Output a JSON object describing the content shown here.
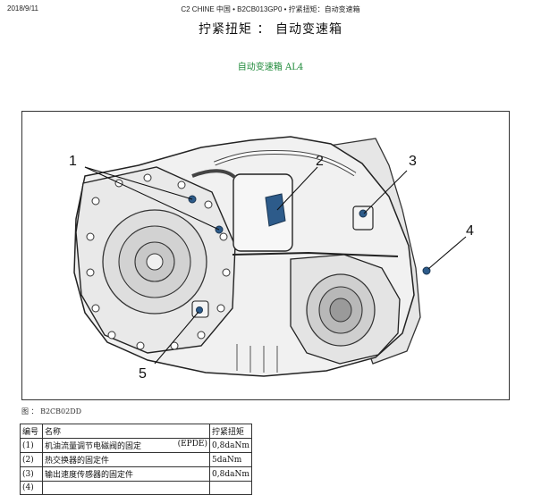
{
  "header": {
    "date": "2018/9/11",
    "path": "C2 CHINE 中国 • B2CB013GP0 • 拧紧扭矩：自动变速箱"
  },
  "title": "拧紧扭矩 ： 自动变速箱",
  "subtitle": "自动变速箱 AL4",
  "figure": {
    "callouts": [
      "1",
      "2",
      "3",
      "4",
      "5"
    ],
    "caption": "图 ： B2CB02DD"
  },
  "table": {
    "headers": [
      "编号",
      "名称",
      "拧紧扭矩"
    ],
    "rows": [
      {
        "num": "(1)",
        "name": "机油流量调节电磁阀的固定",
        "note": "(EPDE)",
        "torque": "0,8daNm"
      },
      {
        "num": "(2)",
        "name": "热交换器的固定件",
        "note": "",
        "torque": "5daNm"
      },
      {
        "num": "(3)",
        "name": "输出速度传感器的固定件",
        "note": "",
        "torque": "0,8daNm"
      },
      {
        "num": "(4)",
        "name": "",
        "note": "",
        "torque": ""
      }
    ]
  }
}
